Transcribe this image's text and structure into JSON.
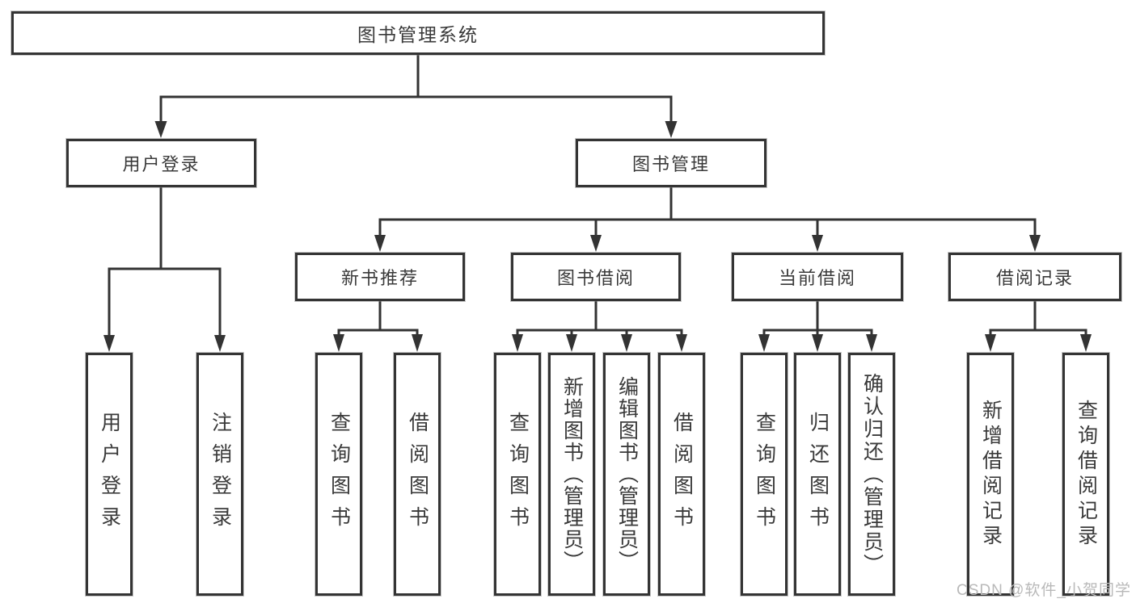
{
  "diagram": {
    "root": "图书管理系统",
    "login_branch": {
      "label": "用户登录",
      "children": [
        "用户登录",
        "注销登录"
      ]
    },
    "mgmt_branch": {
      "label": "图书管理",
      "sections": [
        {
          "label": "新书推荐",
          "children": [
            "查询图书",
            "借阅图书"
          ]
        },
        {
          "label": "图书借阅",
          "children": [
            "查询图书",
            "新增图书（管理员）",
            "编辑图书（管理员）",
            "借阅图书"
          ]
        },
        {
          "label": "当前借阅",
          "children": [
            "查询图书",
            "归还图书",
            "确认归还（管理员）"
          ]
        },
        {
          "label": "借阅记录",
          "children": [
            "新增借阅记录",
            "查询借阅记录"
          ]
        }
      ]
    }
  },
  "watermark": "CSDN @软件_小贺同学",
  "colors": {
    "line": "#333333",
    "box_border": "#343434",
    "text": "#3a3a3a",
    "watermark": "#b9b9b9",
    "background": "#ffffff"
  }
}
